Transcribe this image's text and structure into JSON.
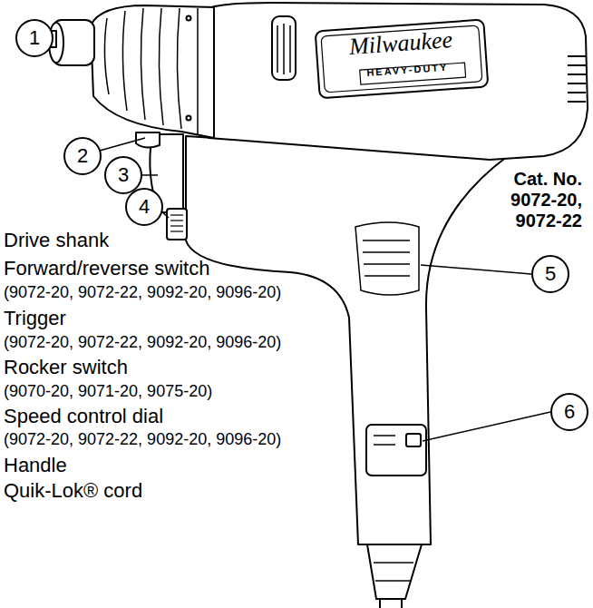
{
  "diagram": {
    "nodes": [
      {
        "text": [
          "1"
        ]
      },
      {
        "text": [
          "2"
        ]
      },
      {
        "text": [
          "3"
        ]
      },
      {
        "text": [
          "4"
        ]
      },
      {
        "text": [
          "5"
        ]
      },
      {
        "text": [
          "6"
        ]
      }
    ],
    "labels": [
      "Drive shank",
      "Forward/reverse switch",
      "(9072-20, 9072-22, 9092-20, 9096-20)",
      "Trigger",
      "(9072-20, 9072-22, 9092-20, 9096-20)",
      "Rocker switch",
      "(9070-20, 9071-20, 9075-20)",
      "Speed control dial",
      "(9072-20, 9072-22, 9092-20, 9096-20)",
      "Handle",
      "Quik-Lok® cord",
      "Cat. No. 9072-20, 9072-22",
      "Milwaukee",
      "HEAVY-DUTY"
    ]
  }
}
